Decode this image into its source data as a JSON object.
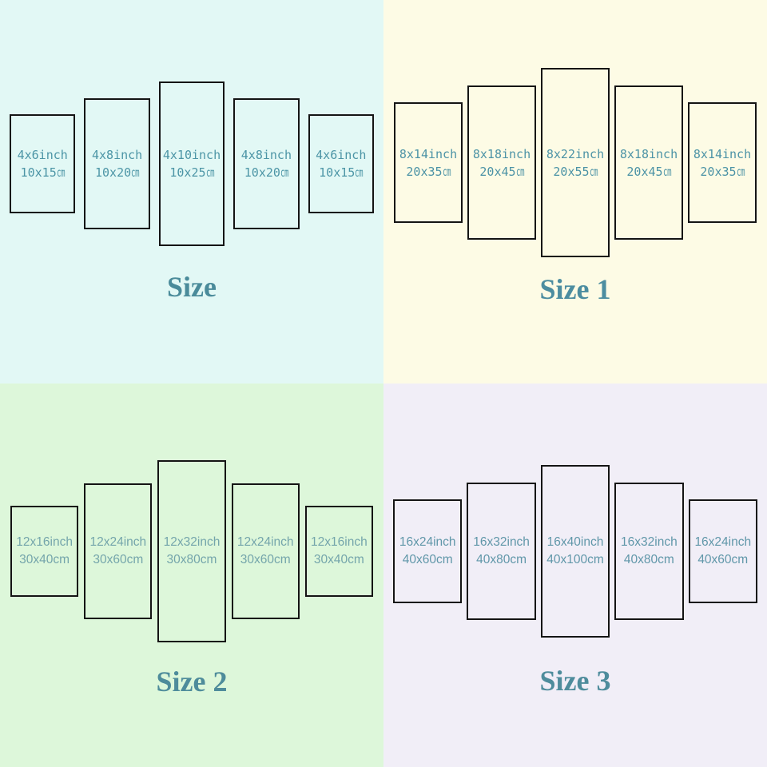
{
  "quadrants": [
    {
      "title": "Size",
      "bg": "#E2F8F5",
      "text_color": "#4C95A6",
      "title_color": "#4A8B9A",
      "panels": [
        {
          "inch_w": 4,
          "inch_h": 6,
          "line1": "4x6inch",
          "line2_value": "10x15",
          "unit": "cm"
        },
        {
          "inch_w": 4,
          "inch_h": 8,
          "line1": "4x8inch",
          "line2_value": "10x20",
          "unit": "cm"
        },
        {
          "inch_w": 4,
          "inch_h": 10,
          "line1": "4x10inch",
          "line2_value": "10x25",
          "unit": "cm"
        },
        {
          "inch_w": 4,
          "inch_h": 8,
          "line1": "4x8inch",
          "line2_value": "10x20",
          "unit": "cm"
        },
        {
          "inch_w": 4,
          "inch_h": 6,
          "line1": "4x6inch",
          "line2_value": "10x15",
          "unit": "cm"
        }
      ]
    },
    {
      "title": "Size 1",
      "bg": "#FDFBE5",
      "text_color": "#4C93A6",
      "title_color": "#4C8DA0",
      "panels": [
        {
          "inch_w": 8,
          "inch_h": 14,
          "line1": "8x14inch",
          "line2_value": "20x35",
          "unit": "cm"
        },
        {
          "inch_w": 8,
          "inch_h": 18,
          "line1": "8x18inch",
          "line2_value": "20x45",
          "unit": "cm"
        },
        {
          "inch_w": 8,
          "inch_h": 22,
          "line1": "8x22inch",
          "line2_value": "20x55",
          "unit": "cm"
        },
        {
          "inch_w": 8,
          "inch_h": 18,
          "line1": "8x18inch",
          "line2_value": "20x45",
          "unit": "cm"
        },
        {
          "inch_w": 8,
          "inch_h": 14,
          "line1": "8x14inch",
          "line2_value": "20x35",
          "unit": "cm"
        }
      ]
    },
    {
      "title": "Size 2",
      "bg": "#DDF7DA",
      "text_color": "#74A5AB",
      "title_color": "#4E8C9B",
      "panels": [
        {
          "inch_w": 12,
          "inch_h": 16,
          "line1": "12x16inch",
          "line2_value": "30x40",
          "unit": "cm"
        },
        {
          "inch_w": 12,
          "inch_h": 24,
          "line1": "12x24inch",
          "line2_value": "30x60",
          "unit": "cm"
        },
        {
          "inch_w": 12,
          "inch_h": 32,
          "line1": "12x32inch",
          "line2_value": "30x80",
          "unit": "cm"
        },
        {
          "inch_w": 12,
          "inch_h": 24,
          "line1": "12x24inch",
          "line2_value": "30x60",
          "unit": "cm"
        },
        {
          "inch_w": 12,
          "inch_h": 16,
          "line1": "12x16inch",
          "line2_value": "30x40",
          "unit": "cm"
        }
      ]
    },
    {
      "title": "Size 3",
      "bg": "#F1EEF7",
      "text_color": "#6097A9",
      "title_color": "#4E8C9C",
      "panels": [
        {
          "inch_w": 16,
          "inch_h": 24,
          "line1": "16x24inch",
          "line2_value": "40x60",
          "unit": "cm"
        },
        {
          "inch_w": 16,
          "inch_h": 32,
          "line1": "16x32inch",
          "line2_value": "40x80",
          "unit": "cm"
        },
        {
          "inch_w": 16,
          "inch_h": 40,
          "line1": "16x40inch",
          "line2_value": "40x100",
          "unit": "cm"
        },
        {
          "inch_w": 16,
          "inch_h": 32,
          "line1": "16x32inch",
          "line2_value": "40x80",
          "unit": "cm"
        },
        {
          "inch_w": 16,
          "inch_h": 24,
          "line1": "16x24inch",
          "line2_value": "40x60",
          "unit": "cm"
        }
      ]
    }
  ]
}
